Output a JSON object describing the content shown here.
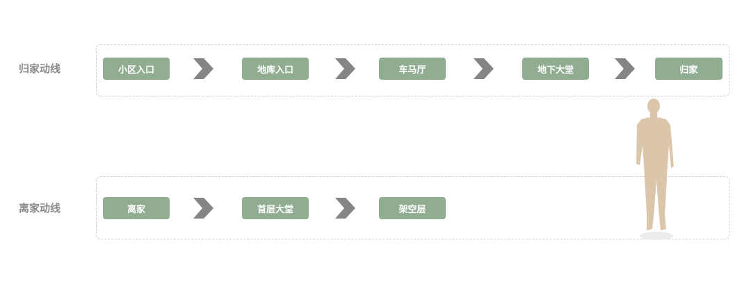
{
  "colors": {
    "step_fill": "#90ad91",
    "arrow": "#858585",
    "label_text": "#8a8a8a",
    "frame_border": "#cfcfcf",
    "person": "#dcc6ab"
  },
  "flows": {
    "home": {
      "label": "归家动线",
      "steps": [
        "小区入口",
        "地库入口",
        "车马厅",
        "地下大堂",
        "归家"
      ]
    },
    "leave": {
      "label": "离家动线",
      "steps": [
        "离家",
        "首层大堂",
        "架空层"
      ]
    }
  },
  "icons": {
    "connector": "chevron-right-arrow-icon",
    "figure": "person-silhouette-icon"
  }
}
